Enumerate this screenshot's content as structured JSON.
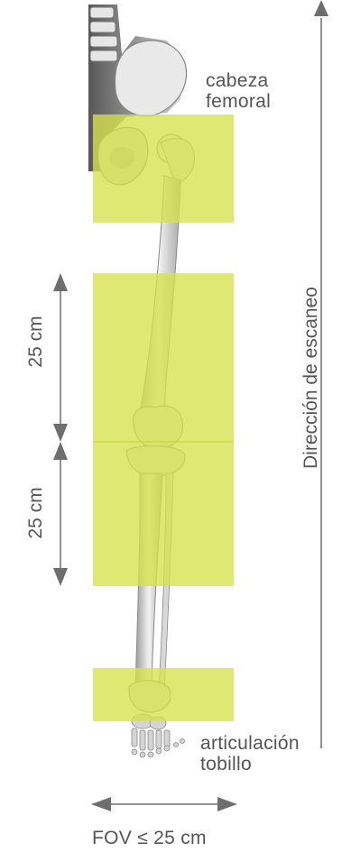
{
  "labels": {
    "femoral_head": [
      "cabeza",
      "femoral"
    ],
    "ankle_joint": [
      "articulación",
      "tobillo"
    ],
    "scan_direction": "Dirección de escaneo",
    "upper_length": "25 cm",
    "lower_length": "25 cm",
    "fov": "FOV ≤ 25 cm"
  },
  "colors": {
    "scan_region": "#d6e24a",
    "arrow": "#6e6e6e",
    "text": "#555555",
    "bone": "#c8c8c8"
  },
  "icons": {
    "anatomy": "leg-skeleton-image",
    "scan_direction_arrow": "arrow-up-icon",
    "length_arrow": "double-arrow-vertical-icon",
    "fov_arrow": "double-arrow-horizontal-icon"
  }
}
